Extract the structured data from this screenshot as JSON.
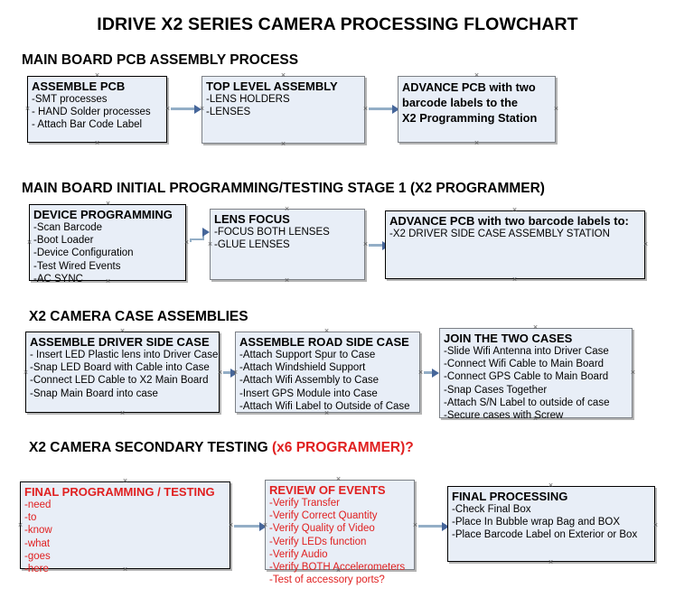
{
  "document": {
    "title": "IDRIVE X2  SERIES CAMERA PROCESSING FLOWCHART"
  },
  "colors": {
    "box_fill": "#e8eef7",
    "box_border": "#000000",
    "box_border_grey": "#7b7f85",
    "connector": "#93aec6",
    "arrowhead": "#46669a",
    "red_text": "#e02020",
    "black_text": "#000000",
    "background": "#ffffff"
  },
  "sections": [
    {
      "id": "pcb-assembly",
      "heading": "MAIN BOARD PCB ASSEMBLY PROCESS",
      "heading_red_suffix": "",
      "boxes": [
        {
          "id": "assemble-pcb",
          "title": "ASSEMBLE PCB",
          "lines": [
            "-SMT processes",
            "- HAND Solder processes",
            "- Attach Bar Code Label"
          ],
          "red": false
        },
        {
          "id": "top-level-assembly",
          "title": "TOP LEVEL ASSEMBLY",
          "lines": [
            "-LENS HOLDERS",
            "-LENSES"
          ],
          "red": false
        },
        {
          "id": "advance-pcb-programming-station",
          "title_lines": [
            "ADVANCE PCB with two",
            "barcode labels to the",
            " X2 Programming Station"
          ],
          "lines": [],
          "red": false
        }
      ]
    },
    {
      "id": "initial-programming",
      "heading": "MAIN BOARD INITIAL PROGRAMMING/TESTING STAGE 1 (X2 PROGRAMMER)",
      "heading_red_suffix": "",
      "boxes": [
        {
          "id": "device-programming",
          "title": "DEVICE PROGRAMMING",
          "lines": [
            "-Scan Barcode",
            "-Boot Loader",
            "-Device Configuration",
            "-Test Wired Events",
            "-AC SYNC"
          ],
          "red": false
        },
        {
          "id": "lens-focus",
          "title": "LENS FOCUS",
          "lines": [
            "-FOCUS BOTH LENSES",
            "-GLUE LENSES"
          ],
          "red": false
        },
        {
          "id": "advance-pcb-driver-side",
          "title": "ADVANCE PCB with two barcode labels to:",
          "lines": [
            "-X2 DRIVER  SIDE  CASE  ASSEMBLY STATION"
          ],
          "red": false
        }
      ]
    },
    {
      "id": "case-assemblies",
      "heading": "X2 CAMERA CASE ASSEMBLIES",
      "heading_red_suffix": "",
      "boxes": [
        {
          "id": "assemble-driver-side-case",
          "title": "ASSEMBLE DRIVER SIDE CASE",
          "lines": [
            "- Insert LED Plastic lens into Driver Case",
            "-Snap LED Board with Cable into Case",
            "-Connect LED Cable to X2 Main Board",
            "-Snap Main Board into case"
          ],
          "red": false
        },
        {
          "id": "assemble-road-side-case",
          "title": "ASSEMBLE ROAD SIDE CASE",
          "lines": [
            "-Attach Support Spur to Case",
            "-Attach Windshield Support",
            "-Attach Wifi Assembly to Case",
            "-Insert GPS Module into Case",
            "-Attach Wifi Label to Outside of Case"
          ],
          "red": false
        },
        {
          "id": "join-the-two-cases",
          "title": "JOIN THE TWO CASES",
          "lines": [
            "-Slide Wifi Antenna into Driver Case",
            "-Connect Wifi Cable to Main Board",
            "-Connect GPS Cable to Main Board",
            "-Snap Cases Together",
            "-Attach S/N Label to outside of case",
            "-Secure cases with Screw"
          ],
          "red": false
        }
      ]
    },
    {
      "id": "secondary-testing",
      "heading": "X2 CAMERA SECONDARY TESTING ",
      "heading_red_suffix": "(x6 PROGRAMMER)?",
      "boxes": [
        {
          "id": "final-programming-testing",
          "title": "FINAL PROGRAMMING / TESTING",
          "lines": [
            "-need",
            "-to",
            "-know",
            "-what",
            "-goes",
            "-here"
          ],
          "red": true
        },
        {
          "id": "review-of-events",
          "title": "REVIEW OF EVENTS",
          "lines": [
            "-Verify Transfer",
            "-Verify Correct Quantity",
            "-Verify Quality of Video",
            "-Verify LEDs function",
            "-Verify Audio",
            "-Verify BOTH Accelerometers",
            "-Test of accessory ports?"
          ],
          "red": true
        },
        {
          "id": "final-processing",
          "title": "FINAL PROCESSING",
          "lines": [
            " -Check Final Box",
            "-Place In Bubble wrap Bag and BOX",
            "-Place Barcode Label on Exterior or Box"
          ],
          "red": false
        }
      ]
    }
  ]
}
